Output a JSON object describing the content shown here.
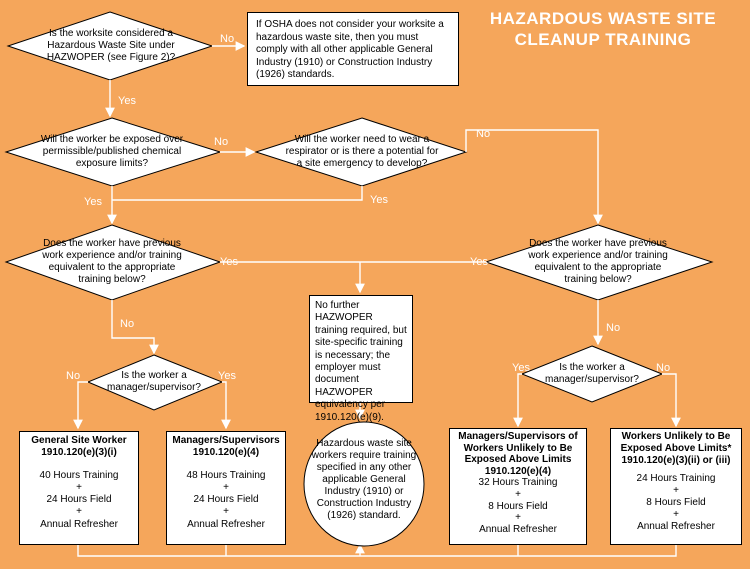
{
  "title": {
    "line1": "HAZARDOUS WASTE SITE",
    "line2": "CLEANUP TRAINING"
  },
  "q1": "Is the worksite considered a Hazardous Waste Site under HAZWOPER (see Figure 2)?",
  "q1_no_text": "If OSHA does not consider your worksite a hazardous waste site, then you must comply with all other applicable General Industry (1910) or Construction Industry (1926) standards.",
  "q2": "Will the worker be exposed over permissible/published chemical exposure limits?",
  "q3": "Will the worker need to wear a respirator or is there a potential for a site emergency to develop?",
  "q4": "Does the worker have previous work experience and/or training equivalent to the appropriate training below?",
  "q5": "Does the worker have previous work experience and/or training equivalent to the appropriate training below?",
  "q6": "Is the worker a manager/supervisor?",
  "q7": "Is the worker a manager/supervisor?",
  "middle_box": "No further HAZWOPER training required, but site-specific training is necessary; the employer must document HAZWOPER equivalency per 1910.120(e)(9).",
  "circle_text": "Hazardous waste site workers require training specified in any other applicable General Industry (1910) or Construction Industry (1926) standard.",
  "labels": {
    "yes": "Yes",
    "no": "No"
  },
  "results": {
    "general": {
      "title": "General Site Worker",
      "code": "1910.120(e)(3)(i)",
      "hours": "40 Hours Training",
      "plus": "+",
      "field": "24 Hours Field",
      "refresher": "Annual Refresher"
    },
    "managers_left": {
      "title": "Managers/Supervisors",
      "code": "1910.120(e)(4)",
      "hours": "48 Hours Training",
      "plus": "+",
      "field": "24 Hours Field",
      "refresher": "Annual Refresher"
    },
    "managers_right": {
      "title": "Managers/Supervisors of Workers Unlikely to Be Exposed Above Limits",
      "code": "1910.120(e)(4)",
      "hours": "32 Hours Training",
      "plus": "+",
      "field": "8 Hours Field",
      "refresher": "Annual Refresher"
    },
    "unlikely": {
      "title": "Workers Unlikely to Be Exposed  Above Limits*",
      "code": "1910.120(e)(3)(ii) or (iii)",
      "hours": "24 Hours Training",
      "plus": "+",
      "field": "8 Hours Field",
      "refresher": "Annual Refresher"
    }
  }
}
